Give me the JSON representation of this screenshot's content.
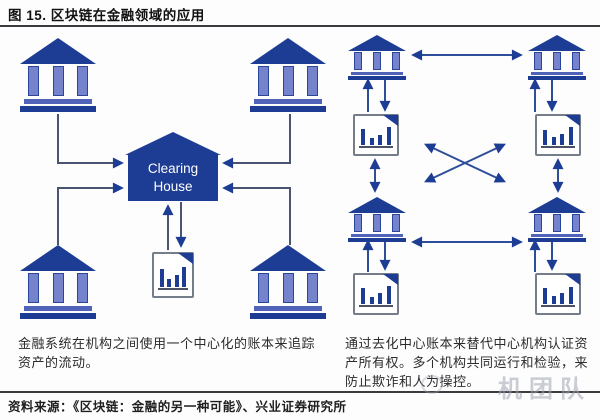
{
  "header": {
    "title": "图 15. 区块链在金融领域的应用"
  },
  "diagrams": {
    "centralized": {
      "clearing_house_label": "Clearing House",
      "caption": "金融系统在机构之间使用一个中心化的账本来追踪资产的流动。"
    },
    "decentralized": {
      "caption": "通过去化中心账本来替代中心机构认证资产所有权。多个机构共同运行和检验，来防止欺诈和人为操控。"
    }
  },
  "footer": {
    "source": "资料来源：《区块链：金融的另一种可能》、兴业证券研究所"
  },
  "watermark": {
    "text": "机团队"
  },
  "icons": {
    "bank": "bank-icon",
    "ledger": "ledger-icon",
    "arrow": "arrow-connector"
  },
  "colors": {
    "navy": "#1d3c94",
    "column": "#7583cd",
    "base_light": "#5063b8",
    "line_left": "#4a5470",
    "line_right": "#2e4e99",
    "rule": "#3b3b3f",
    "text": "#2b2b2b",
    "watermark": "#a9aeb9"
  }
}
